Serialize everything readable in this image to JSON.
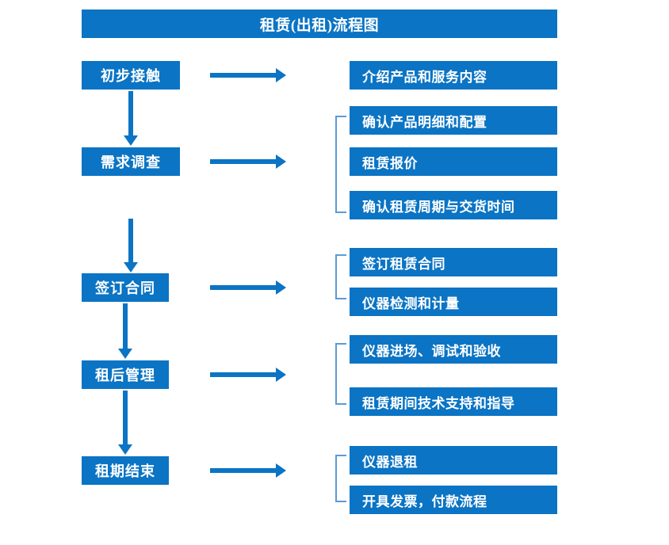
{
  "diagram": {
    "title": "租赁(出租)流程图",
    "accent_color": "#0B74C4",
    "bracket_color": "#5B9BD5",
    "text_color": "#FFFFFF",
    "background_color": "#FFFFFF"
  },
  "stages": [
    {
      "label": "初步接触"
    },
    {
      "label": "需求调查"
    },
    {
      "label": "签订合同"
    },
    {
      "label": "租后管理"
    },
    {
      "label": "租期结束"
    }
  ],
  "details": [
    {
      "label": "介绍产品和服务内容"
    },
    {
      "label": "确认产品明细和配置"
    },
    {
      "label": "租赁报价"
    },
    {
      "label": "确认租赁周期与交货时间"
    },
    {
      "label": "签订租赁合同"
    },
    {
      "label": "仪器检测和计量"
    },
    {
      "label": "仪器进场、调试和验收"
    },
    {
      "label": "租赁期间技术支持和指导"
    },
    {
      "label": "仪器退租"
    },
    {
      "label": "开具发票，付款流程"
    }
  ]
}
